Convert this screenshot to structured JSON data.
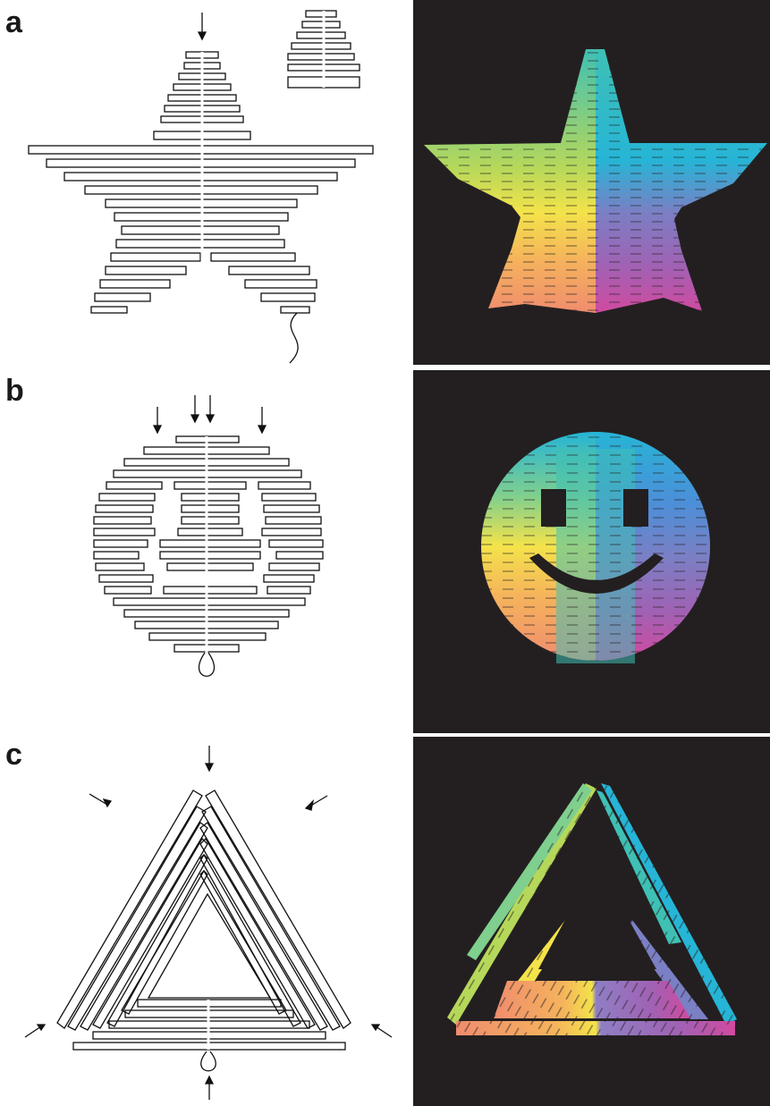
{
  "panels": [
    {
      "label": "a",
      "shape": "star",
      "schematic_arrows": 1
    },
    {
      "label": "b",
      "shape": "smiley-face",
      "schematic_arrows": 4
    },
    {
      "label": "c",
      "shape": "triangle",
      "schematic_arrows": 6
    }
  ],
  "colors": {
    "render_background": "#231f20",
    "schematic_stroke": "#111111",
    "hue_sequence": [
      "#26b5d6",
      "#4a90d9",
      "#7b7fc4",
      "#a062b4",
      "#d14aa0",
      "#f08c6e",
      "#f5b35c",
      "#f4e34a",
      "#b6d85a",
      "#7fcf8e",
      "#3fc0b4"
    ]
  }
}
